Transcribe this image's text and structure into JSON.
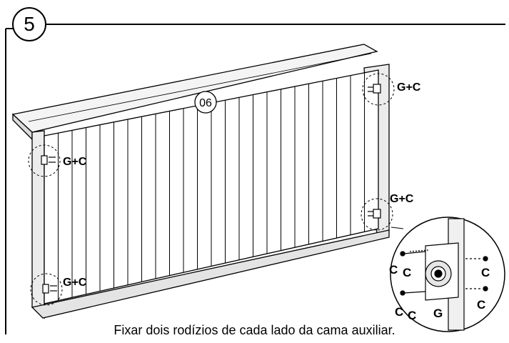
{
  "step": {
    "number": "5"
  },
  "part_number": "06",
  "hardware_labels": {
    "top_right": "G+C",
    "mid_left": "G+C",
    "mid_right": "G+C",
    "bottom_left": "G+C"
  },
  "detail_labels": {
    "c_left_1": "C",
    "c_left_2": "C",
    "c_right_1": "C",
    "c_bottom_1": "C",
    "c_bottom_2": "C",
    "g_bottom": "G",
    "c_bottom_right": "C"
  },
  "caption": "Fixar dois rodízios de cada lado da cama auxiliar."
}
